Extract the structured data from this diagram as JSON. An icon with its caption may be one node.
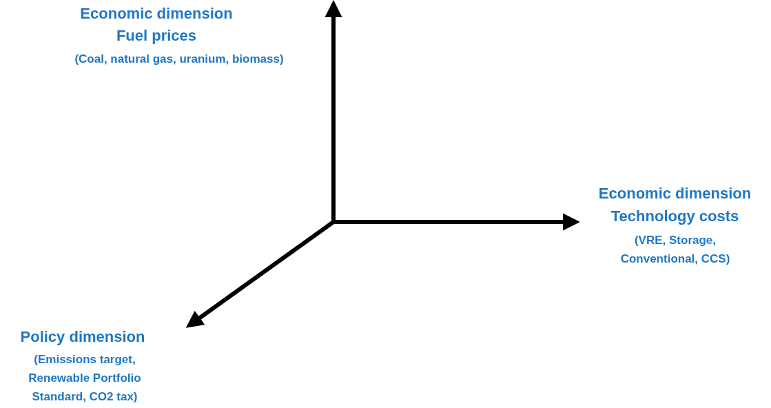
{
  "diagram": {
    "labels": [
      "Economic dimension",
      "Fuel prices",
      "(Coal, natural gas, uranium, biomass)",
      "Economic dimension",
      "Technology costs",
      "(VRE, Storage, Conventional, CCS)",
      "Policy dimension",
      "(Emissions target, Renewable Portfolio Standard, CO2 tax)"
    ]
  }
}
